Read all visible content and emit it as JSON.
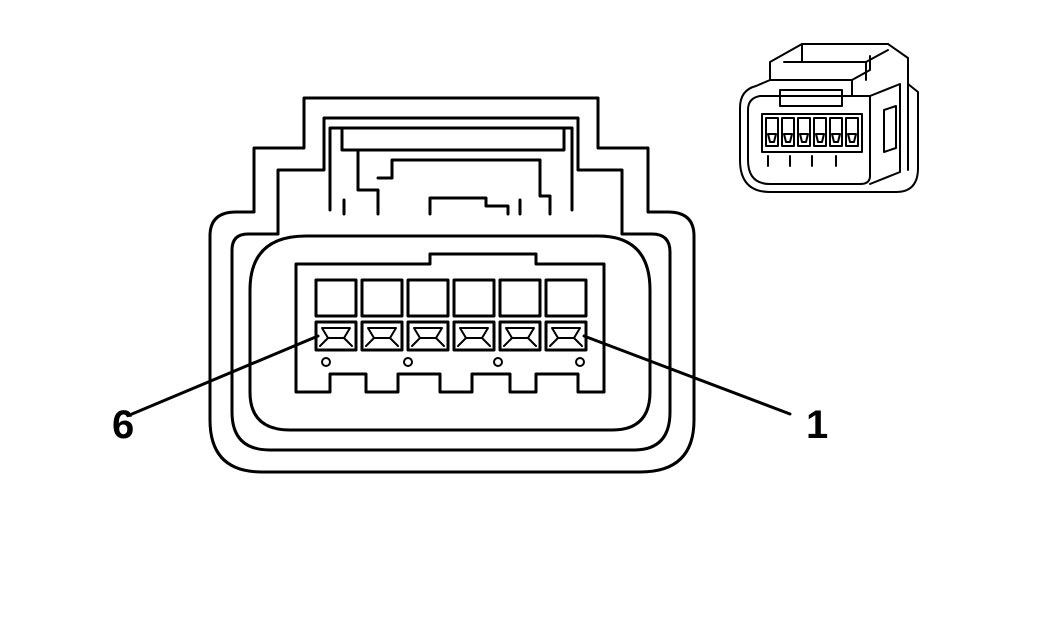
{
  "diagram": {
    "pin_count": 6,
    "callouts": [
      {
        "key": "left",
        "text": "6"
      },
      {
        "key": "right",
        "text": "1"
      }
    ],
    "colors": {
      "line": "#000000",
      "background": "#ffffff"
    }
  }
}
